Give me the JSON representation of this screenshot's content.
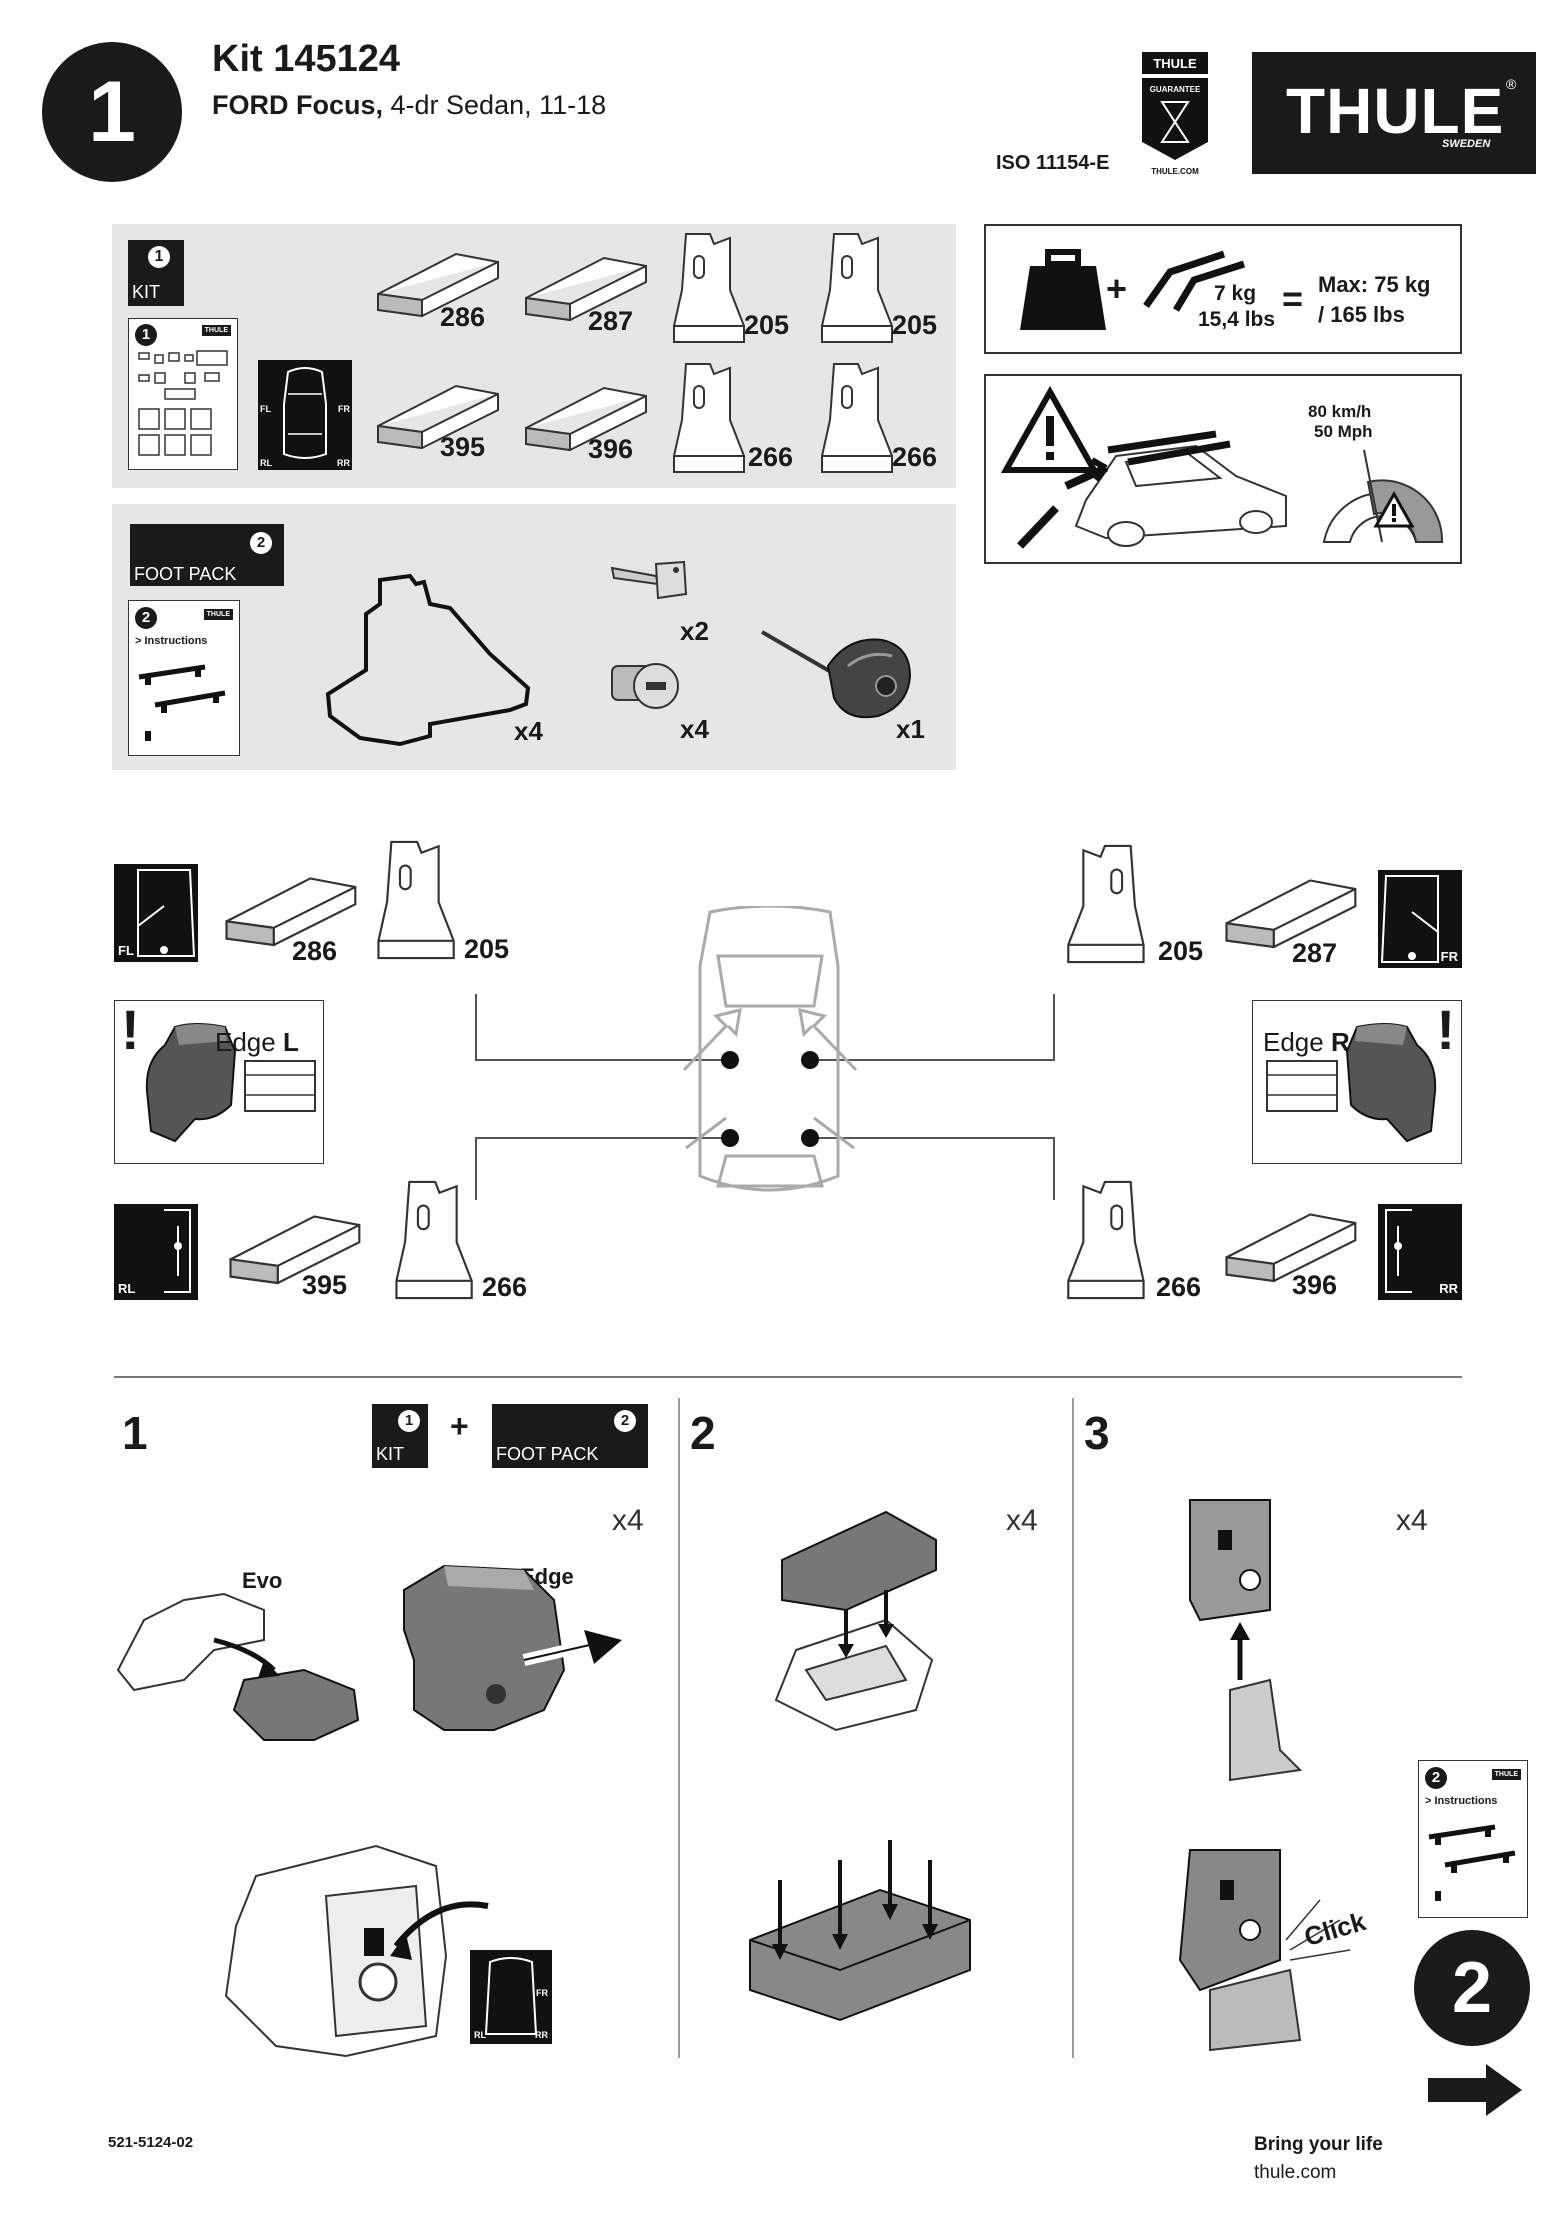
{
  "header": {
    "page_number": "1",
    "kit_title": "Kit 145124",
    "vehicle_make": "FORD Focus,",
    "vehicle_desc": " 4-dr Sedan, 11-18",
    "iso": "ISO 11154-E",
    "guarantee_top": "THULE",
    "guarantee_mid": "GUARANTEE",
    "guarantee_url": "THULE.COM",
    "logo_main": "THULE",
    "logo_sub": "SWEDEN",
    "logo_reg": "®"
  },
  "kit_panel": {
    "badge_number": "1",
    "badge_label": "KIT",
    "card_number": "1",
    "card_brand": "THULE",
    "car_labels": {
      "fl": "FL",
      "fr": "FR",
      "rl": "RL",
      "rr": "RR"
    },
    "pads": [
      "286",
      "287",
      "395",
      "396"
    ],
    "brackets": [
      "205",
      "205",
      "266",
      "266"
    ]
  },
  "foot_panel": {
    "badge_number": "2",
    "badge_label": "FOOT PACK",
    "card_number": "2",
    "card_brand": "THULE",
    "card_link": "> Instructions",
    "foot_qty": "x4",
    "key_qty": "x2",
    "lock_qty": "x4",
    "tool_qty": "x1"
  },
  "load_info": {
    "weight": "7 kg",
    "weight_lbs": "15,4 lbs",
    "equals": "=",
    "plus": "+",
    "max_kg": "Max: 75 kg",
    "max_lbs": "/ 165 lbs",
    "speed_kmh": "80 km/h",
    "speed_mph": "50 Mph"
  },
  "positions": {
    "fl": {
      "corner": "FL",
      "pad": "286",
      "bracket": "205"
    },
    "fr": {
      "corner": "FR",
      "pad": "287",
      "bracket": "205"
    },
    "rl": {
      "corner": "RL",
      "pad": "395",
      "bracket": "266"
    },
    "rr": {
      "corner": "RR",
      "pad": "396",
      "bracket": "266"
    },
    "edge_left_prefix": "Edge ",
    "edge_left_side": "L",
    "edge_right_prefix": "Edge ",
    "edge_right_side": "R",
    "warning_mark": "!"
  },
  "steps": {
    "step1": {
      "number": "1",
      "kit_badge_number": "1",
      "kit_badge": "KIT",
      "plus": "+",
      "foot_badge_number": "2",
      "foot_badge": "FOOT PACK",
      "qty": "x4",
      "evo_label": "Evo",
      "edge_label": "Edge",
      "mini_labels": {
        "fr": "FR",
        "rl": "RL",
        "rr": "RR"
      }
    },
    "step2": {
      "number": "2",
      "qty": "x4"
    },
    "step3": {
      "number": "3",
      "qty": "x4",
      "click_label": "Click",
      "card_number": "2",
      "card_brand": "THULE",
      "card_link": "> Instructions"
    },
    "next_page": "2"
  },
  "footer": {
    "doc_code": "521-5124-02",
    "tagline": "Bring your life",
    "website": "thule.com"
  }
}
